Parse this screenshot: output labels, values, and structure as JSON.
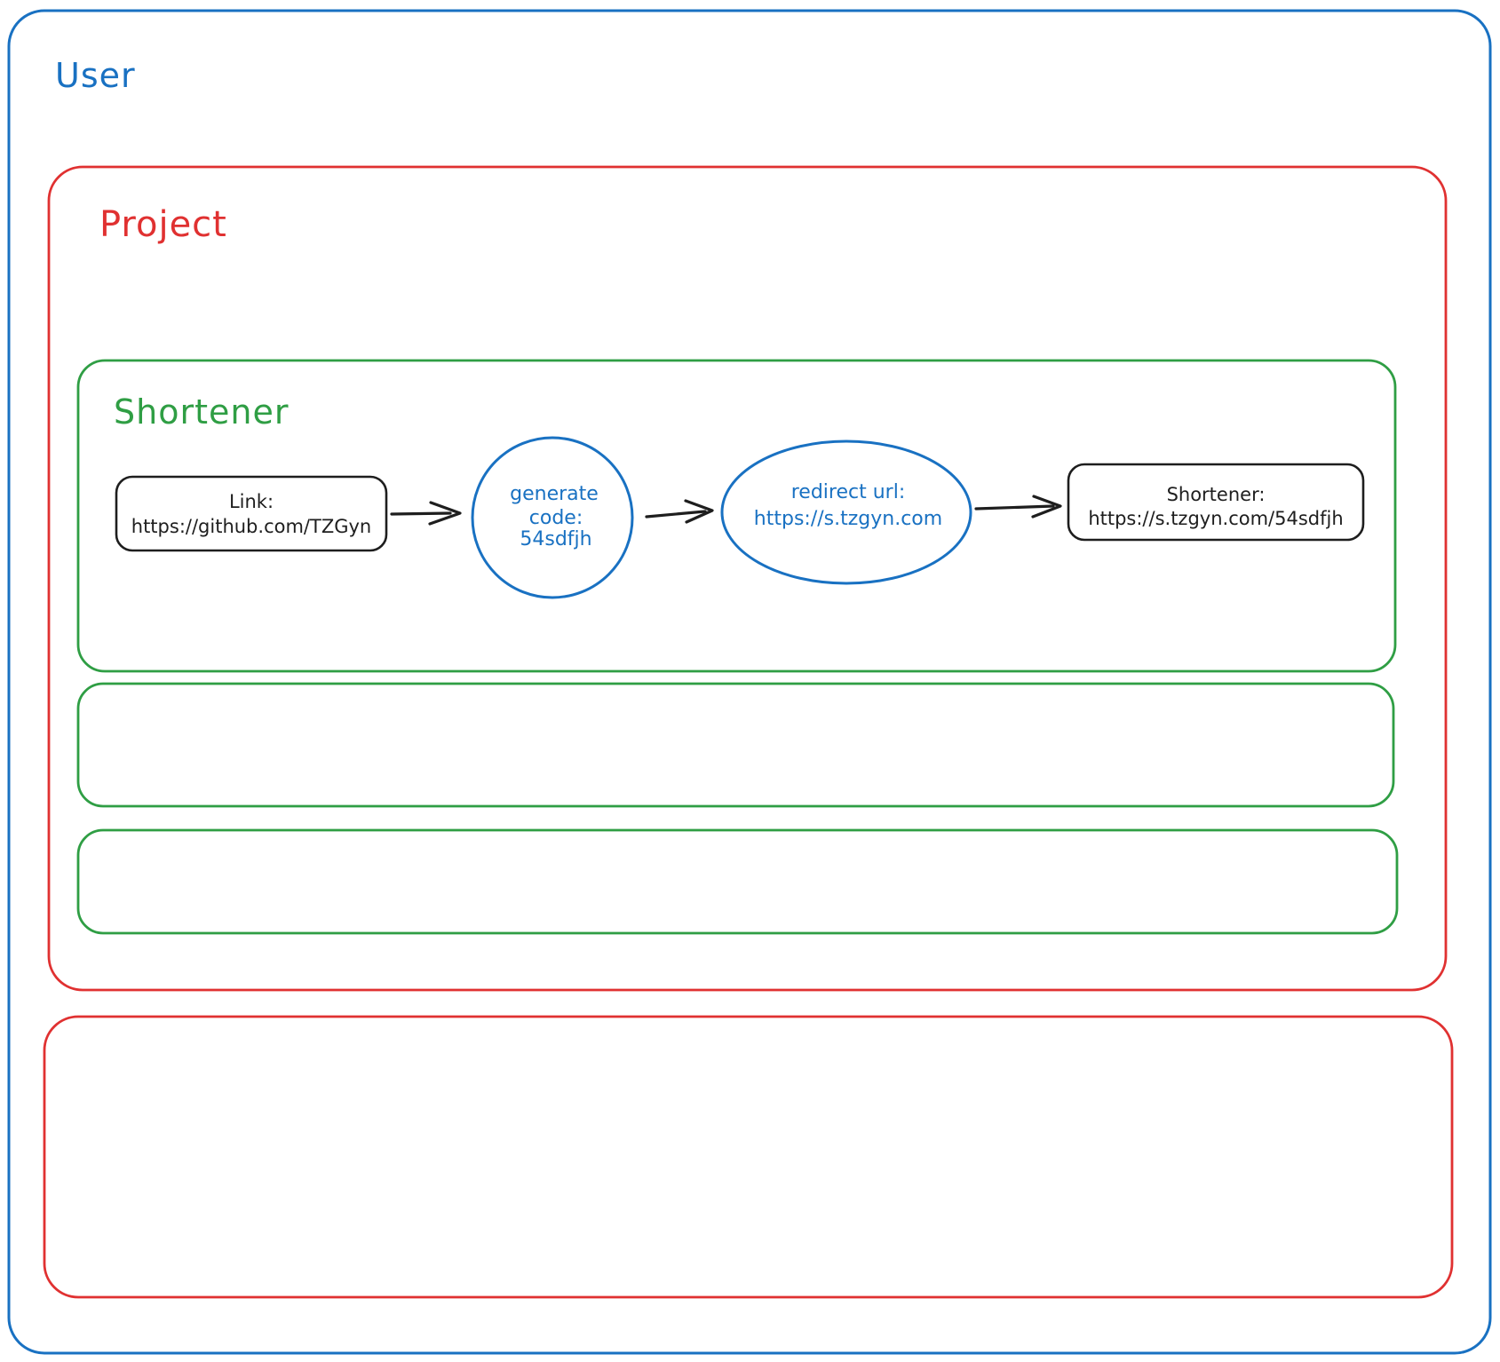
{
  "diagram": {
    "user": {
      "label": "User"
    },
    "project": {
      "label": "Project"
    },
    "shortener": {
      "label": "Shortener"
    },
    "flow": {
      "link_box": {
        "line1": "Link:",
        "line2": "https://github.com/TZGyn"
      },
      "generate_code_node": {
        "line1": "generate",
        "line2": "code:",
        "line3": "54sdfjh"
      },
      "redirect_url_node": {
        "line1": "redirect url:",
        "line2": "https://s.tzgyn.com"
      },
      "result_box": {
        "line1": "Shortener:",
        "line2": "https://s.tzgyn.com/54sdfjh"
      }
    },
    "colors": {
      "user_blue": "#1971c2",
      "project_red": "#e03131",
      "shortener_green": "#2f9e44",
      "node_black": "#1e1e1e",
      "flow_blue": "#1971c2",
      "background": "#ffffff"
    }
  }
}
